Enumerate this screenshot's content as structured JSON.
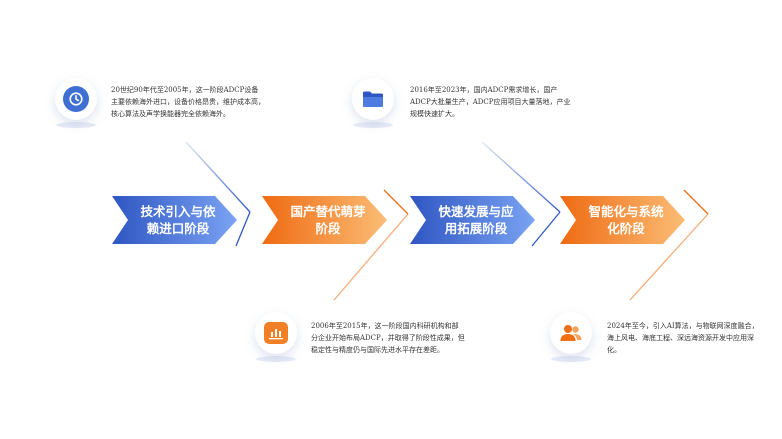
{
  "colors": {
    "blue_dark": "#2d58c4",
    "blue_light": "#6f9bf0",
    "orange_dark": "#ee6f14",
    "orange_light": "#f9b36a",
    "text": "#333333"
  },
  "stages": [
    {
      "line1": "技术引入与依",
      "line2": "赖进口阶段",
      "color": "blue"
    },
    {
      "line1": "国产替代萌芽",
      "line2": "阶段",
      "color": "orange"
    },
    {
      "line1": "快速发展与应",
      "line2": "用拓展阶段",
      "color": "blue"
    },
    {
      "line1": "智能化与系统",
      "line2": "化阶段",
      "color": "orange"
    }
  ],
  "descriptions": [
    {
      "lines": [
        "20世纪90年代至2005年，这一阶段ADCP设备",
        "主要依赖海外进口，设备价格昂贵，维护成本高，",
        "核心算法及声学换能器完全依赖海外。"
      ],
      "icon": "clock-icon"
    },
    {
      "lines": [
        "2006年至2015年，这一阶段国内科研机构和部",
        "分企业开始布局ADCP，并取得了阶段性成果，但",
        "稳定性与精度仍与国际先进水平存在差距。"
      ],
      "icon": "chart-board-icon"
    },
    {
      "lines": [
        "2016年至2023年，国内ADCP需求增长，国产",
        "ADCP大批量生产，ADCP应用项目大量落地，产业",
        "规模快速扩大。"
      ],
      "icon": "folder-icon"
    },
    {
      "lines": [
        "2024年至今，引入AI算法，与物联网深度融合，",
        "海上风电、海底工程、深远海资源开发中应用深",
        "化。"
      ],
      "icon": "users-icon"
    }
  ]
}
